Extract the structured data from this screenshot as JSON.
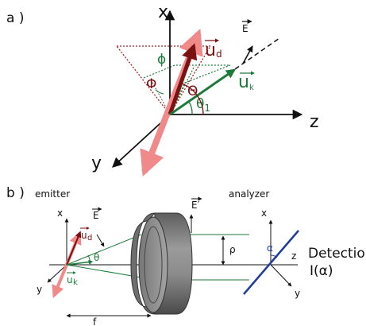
{
  "panel_a": {
    "label": "a )",
    "axes": {
      "x": "x",
      "y": "y",
      "z": "z"
    },
    "vectors": {
      "u_d": {
        "symbol": "u",
        "subscript": "d"
      },
      "u_k": {
        "symbol": "u",
        "subscript": "k"
      },
      "E": {
        "symbol": "E"
      }
    },
    "angles": {
      "phi_upright": "ϕ",
      "phi_script": "Φ",
      "theta_big": "Θ",
      "theta_1": "θ",
      "theta_1_sub": "1"
    },
    "colors": {
      "u_d": "#7a1212",
      "u_k": "#1d7a3a",
      "beam": "#f08a8a",
      "axes": "#111111"
    }
  },
  "panel_b": {
    "label": "b )",
    "emitter_label": "emitter",
    "analyzer_label": "analyzer",
    "detection_label": "Detection",
    "intensity_label": "I(α)",
    "axes": {
      "x": "x",
      "y": "y",
      "z": "z"
    },
    "labels": {
      "E": "E",
      "E_prime": "E′",
      "u_d": "u",
      "u_d_sub": "d",
      "u_k": "u",
      "u_k_sub": "k",
      "theta": "θ",
      "rho": "ρ",
      "f": "f",
      "alpha": "α"
    },
    "colors": {
      "lens": "#8a8a8a",
      "analyzer": "#1f3d9a",
      "green_ray": "#1d7a3a"
    }
  }
}
